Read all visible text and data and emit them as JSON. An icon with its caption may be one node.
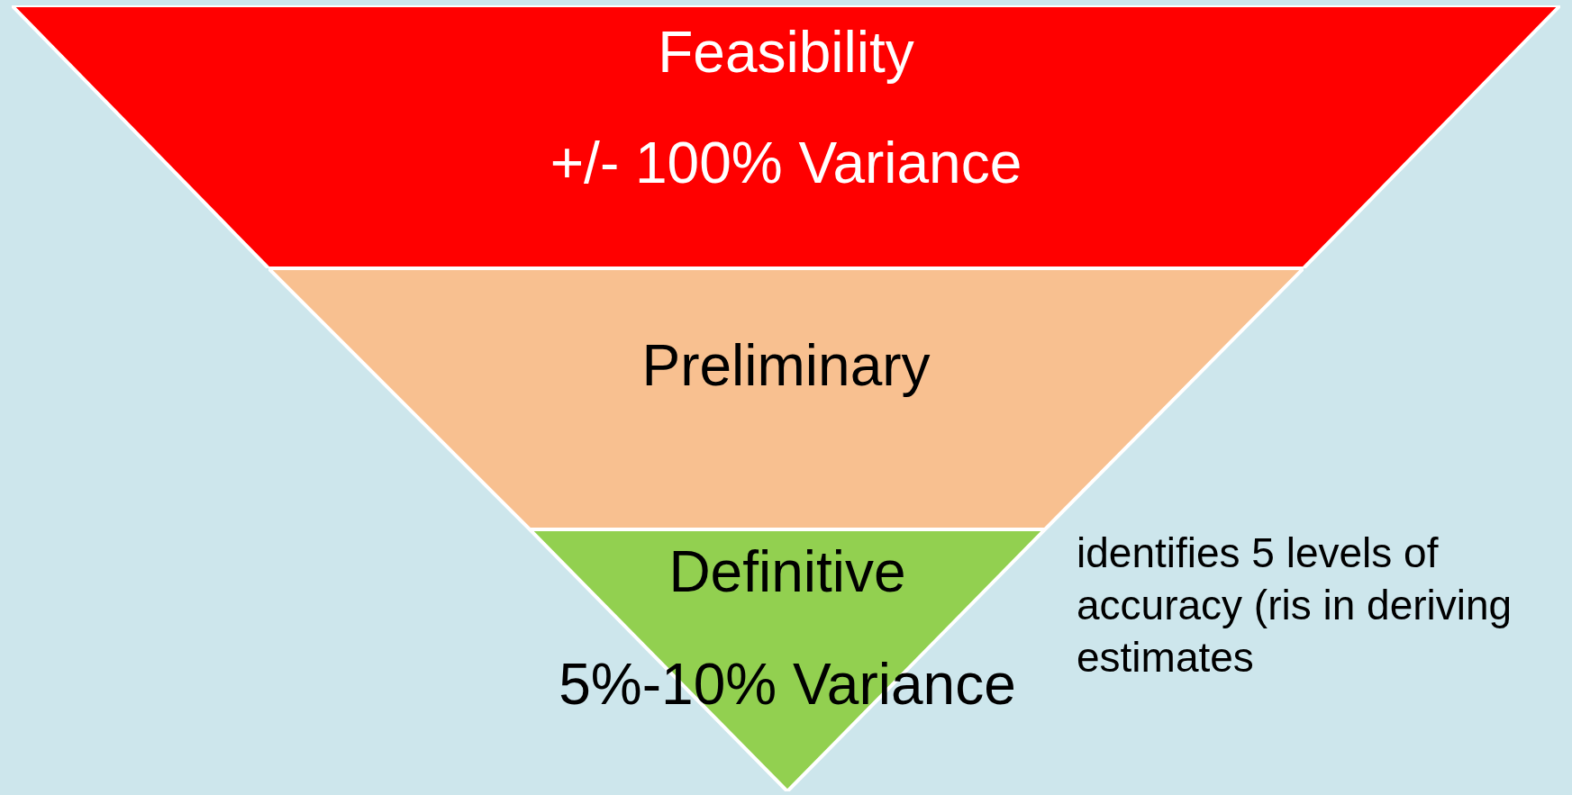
{
  "diagram": {
    "nodes": [
      {
        "text": [
          "Feasibility",
          "+/- 100% Variance"
        ]
      },
      {
        "text": [
          "Preliminary"
        ]
      },
      {
        "text": [
          "Definitive",
          "5%-10% Variance"
        ]
      }
    ],
    "labels": [
      "identifies 5 levels of accuracy (ris in deriving estimates"
    ]
  }
}
